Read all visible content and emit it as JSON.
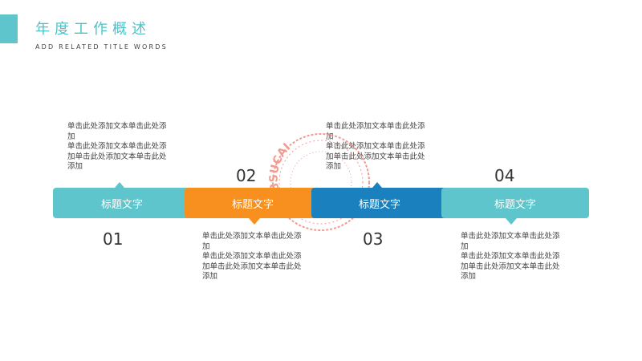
{
  "header": {
    "title": "年度工作概述",
    "subtitle": "ADD RELATED TITLE WORDS",
    "accent_color": "#5ec5cc"
  },
  "timeline": [
    {
      "number": "01",
      "label": "标题文字",
      "color": "#5ec5cc",
      "desc_line1": "单击此处添加文本单击此处添加",
      "desc_line2": "单击此处添加文本单击此处添加单击此处添加文本单击此处添加"
    },
    {
      "number": "02",
      "label": "标题文字",
      "color": "#f7901e",
      "desc_line1": "单击此处添加文本单击此处添加",
      "desc_line2": "单击此处添加文本单击此处添加单击此处添加文本单击此处添加"
    },
    {
      "number": "03",
      "label": "标题文字",
      "color": "#1a80be",
      "desc_line1": "单击此处添加文本单击此处添加",
      "desc_line2": "单击此处添加文本单击此处添加单击此处添加文本单击此处添加"
    },
    {
      "number": "04",
      "label": "标题文字",
      "color": "#5ec5cc",
      "desc_line1": "单击此处添加文本单击此处添加",
      "desc_line2": "单击此处添加文本单击此处添加单击此处添加文本单击此处添加"
    }
  ],
  "watermark": {
    "text": "888SUCAI"
  }
}
